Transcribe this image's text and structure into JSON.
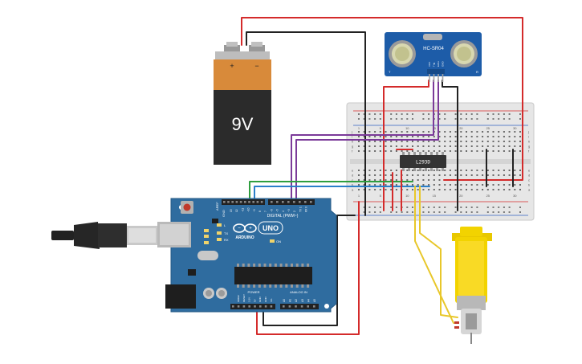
{
  "battery": {
    "voltage_label": "9V",
    "plus_label": "+",
    "minus_label": "−"
  },
  "sensor": {
    "model_label": "HC-SR04",
    "left_mark": "T",
    "right_mark": "R",
    "pin_labels": [
      "VCC",
      "Trig",
      "Echo",
      "GND"
    ]
  },
  "driver_chip": {
    "label": "L293D"
  },
  "arduino": {
    "brand_label": "ARDUINO",
    "model_label": "UNO",
    "digital_label": "DIGITAL (PWM~)",
    "power_label": "POWER",
    "analog_label": "ANALOG IN",
    "tx_label": "TX",
    "rx_label": "RX",
    "l_label": "L",
    "on_label": "ON",
    "aref_label": "AREF",
    "gnd_label": "GND",
    "digital_pins": [
      "13",
      "12",
      "~11",
      "~10",
      "~9",
      "8",
      "7",
      "~6",
      "~5",
      "4",
      "~3",
      "2",
      "TX 1",
      "RX 0"
    ],
    "power_pins": [
      "IOREF",
      "RESET",
      "3.3V",
      "5V",
      "GND",
      "GND",
      "Vin"
    ],
    "analog_pins": [
      "A0",
      "A1",
      "A2",
      "A3",
      "A4",
      "A5"
    ]
  },
  "breadboard": {
    "columns": [
      "1",
      "5",
      "10",
      "15",
      "20",
      "25",
      "30"
    ],
    "row_letters": [
      "a",
      "b",
      "c",
      "d",
      "e",
      "f",
      "g",
      "h",
      "i",
      "j"
    ]
  },
  "colors": {
    "wire_red": "#d42b2b",
    "wire_black": "#222222",
    "wire_purple": "#7b3a99",
    "wire_green": "#2e9e3e",
    "wire_blue": "#2a7fc9",
    "wire_yellow": "#e8c72a",
    "board_blue": "#2f6c9f",
    "sensor_blue": "#1d5ca8",
    "battery_orange": "#d88a3a",
    "motor_yellow": "#f2d300"
  }
}
